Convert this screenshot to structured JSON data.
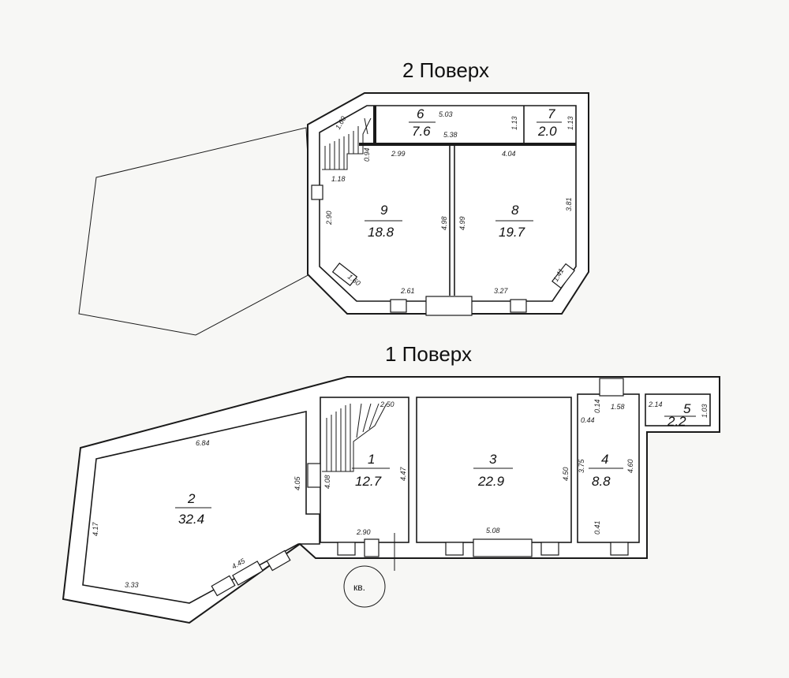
{
  "floors": {
    "second": {
      "title": "2  Поверх",
      "rooms": [
        {
          "num": "6",
          "area": "7.6"
        },
        {
          "num": "7",
          "area": "2.0"
        },
        {
          "num": "9",
          "area": "18.8"
        },
        {
          "num": "8",
          "area": "19.7"
        }
      ],
      "dims": [
        "1.60",
        "5.03",
        "1.13",
        "1.13",
        "0.94",
        "2.99",
        "5.38",
        "4.04",
        "1.18",
        "2.90",
        "4.98",
        "4.99",
        "3.81",
        "1.60",
        "2.61",
        "3.27",
        "1.41"
      ]
    },
    "first": {
      "title": "1  Поверх",
      "rooms": [
        {
          "num": "2",
          "area": "32.4"
        },
        {
          "num": "1",
          "area": "12.7"
        },
        {
          "num": "3",
          "area": "22.9"
        },
        {
          "num": "4",
          "area": "8.8"
        },
        {
          "num": "5",
          "area": "2.2"
        }
      ],
      "dims": [
        "6.84",
        "4.05",
        "4.17",
        "3.33",
        "4.45",
        "2.50",
        "4.08",
        "4.47",
        "2.90",
        "5.08",
        "4.50",
        "3.75",
        "4.60",
        "1.58",
        "0.44",
        "0.14",
        "0.41",
        "2.14",
        "1.03"
      ]
    }
  },
  "entrance_label": "кв."
}
